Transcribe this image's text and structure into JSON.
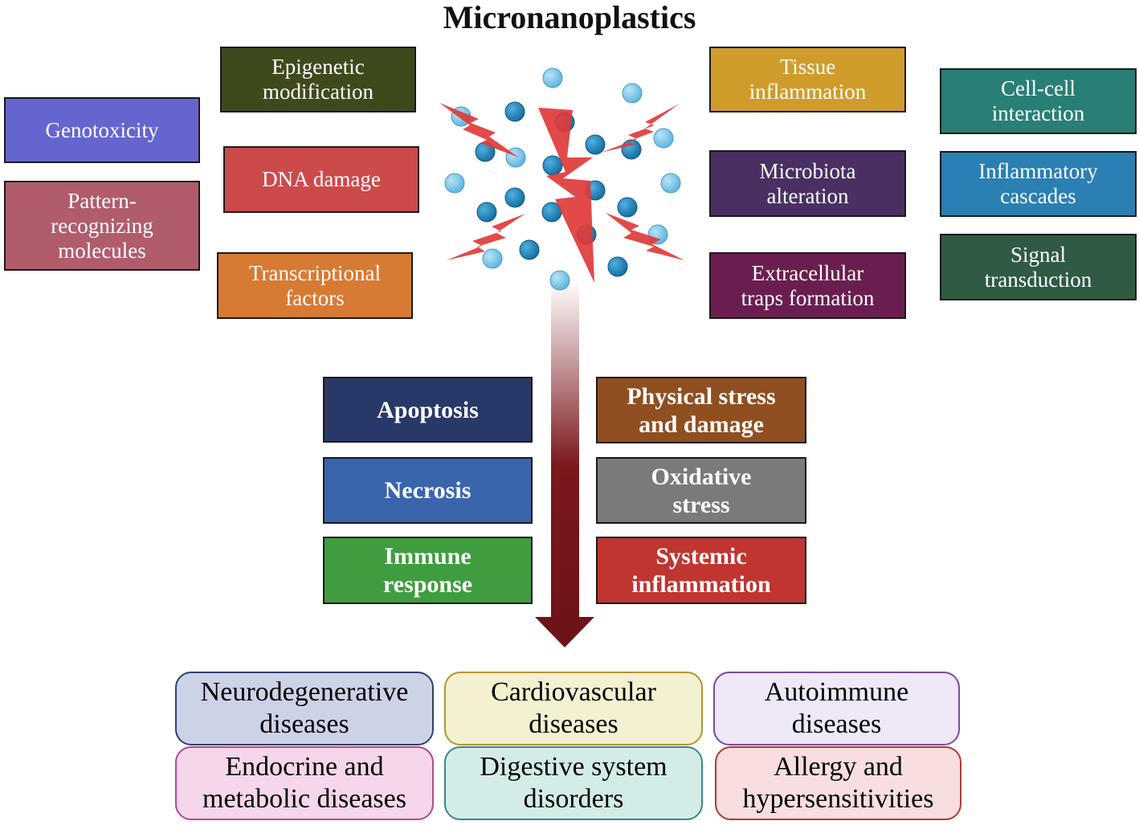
{
  "title": "Micronanoplastics",
  "top_left_boxes": [
    {
      "label": "Epigenetic\nmodification",
      "color": "#3e4a1c"
    },
    {
      "label": "Genotoxicity",
      "color": "#6565d0"
    },
    {
      "label": "DNA damage",
      "color": "#cc4a4a"
    },
    {
      "label": "Pattern-\nrecognizing\nmolecules",
      "color": "#b15c6d"
    },
    {
      "label": "Transcriptional\nfactors",
      "color": "#d77a34"
    }
  ],
  "top_right_boxes": [
    {
      "label": "Tissue\ninflammation",
      "color": "#cf9c2c"
    },
    {
      "label": "Cell-cell\ninteraction",
      "color": "#287f75"
    },
    {
      "label": "Microbiota\nalteration",
      "color": "#4a2f63"
    },
    {
      "label": "Inflammatory\ncascades",
      "color": "#2a7fb3"
    },
    {
      "label": "Extracellular\ntraps formation",
      "color": "#6a1e4f"
    },
    {
      "label": "Signal\ntransduction",
      "color": "#2f5a44"
    }
  ],
  "middle_left_boxes": [
    {
      "label": "Apoptosis",
      "color": "#283868"
    },
    {
      "label": "Necrosis",
      "color": "#3a65ad"
    },
    {
      "label": "Immune\nresponse",
      "color": "#3f9d3f"
    }
  ],
  "middle_right_boxes": [
    {
      "label": "Physical stress\nand damage",
      "color": "#8f4f20"
    },
    {
      "label": "Oxidative\nstress",
      "color": "#7a7a7a"
    },
    {
      "label": "Systemic\ninflammation",
      "color": "#c03530"
    }
  ],
  "diseases": [
    {
      "label": "Neurodegenerative\ndiseases",
      "fill": "#cdd3e6",
      "border": "#2e3f72"
    },
    {
      "label": "Cardiovascular\ndiseases",
      "fill": "#f4f1d2",
      "border": "#b4952c"
    },
    {
      "label": "Autoimmune\ndiseases",
      "fill": "#eee8f8",
      "border": "#7a4c9a"
    },
    {
      "label": "Endocrine and\nmetabolic diseases",
      "fill": "#f5d6ea",
      "border": "#b34a8c"
    },
    {
      "label": "Digestive system\ndisorders",
      "fill": "#d4ece8",
      "border": "#3a8a80"
    },
    {
      "label": "Allergy and\nhypersensitivities",
      "fill": "#f8dede",
      "border": "#b03838"
    }
  ],
  "colors": {
    "arrow": "#6e1418",
    "bolt": "#e03a3a",
    "particle_light": "#7cc8e8",
    "particle_dark": "#1f88c0"
  }
}
